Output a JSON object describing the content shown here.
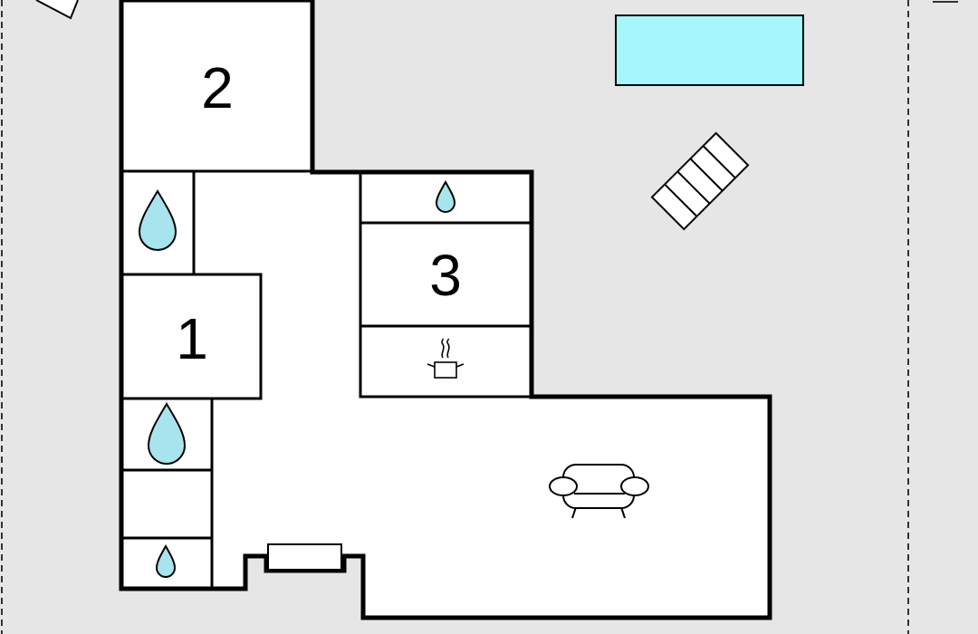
{
  "colors": {
    "background": "#e6e6e6",
    "floor": "#ffffff",
    "wall": "#000000",
    "pool": "#a6f7fc",
    "water_drop": "#a8e4ee",
    "plot_boundary": "#333333"
  },
  "rooms": [
    {
      "id": "room-1",
      "label": "1"
    },
    {
      "id": "room-2",
      "label": "2"
    },
    {
      "id": "room-3",
      "label": "3"
    }
  ],
  "icons": {
    "bathroom": "water-drop-icon",
    "kitchen": "cooking-pot-icon",
    "living": "armchair-icon",
    "pool": "pool-icon",
    "stairs": "stairs-icon",
    "radiator": "radiator-icon",
    "compass": "north-arrow-icon"
  }
}
